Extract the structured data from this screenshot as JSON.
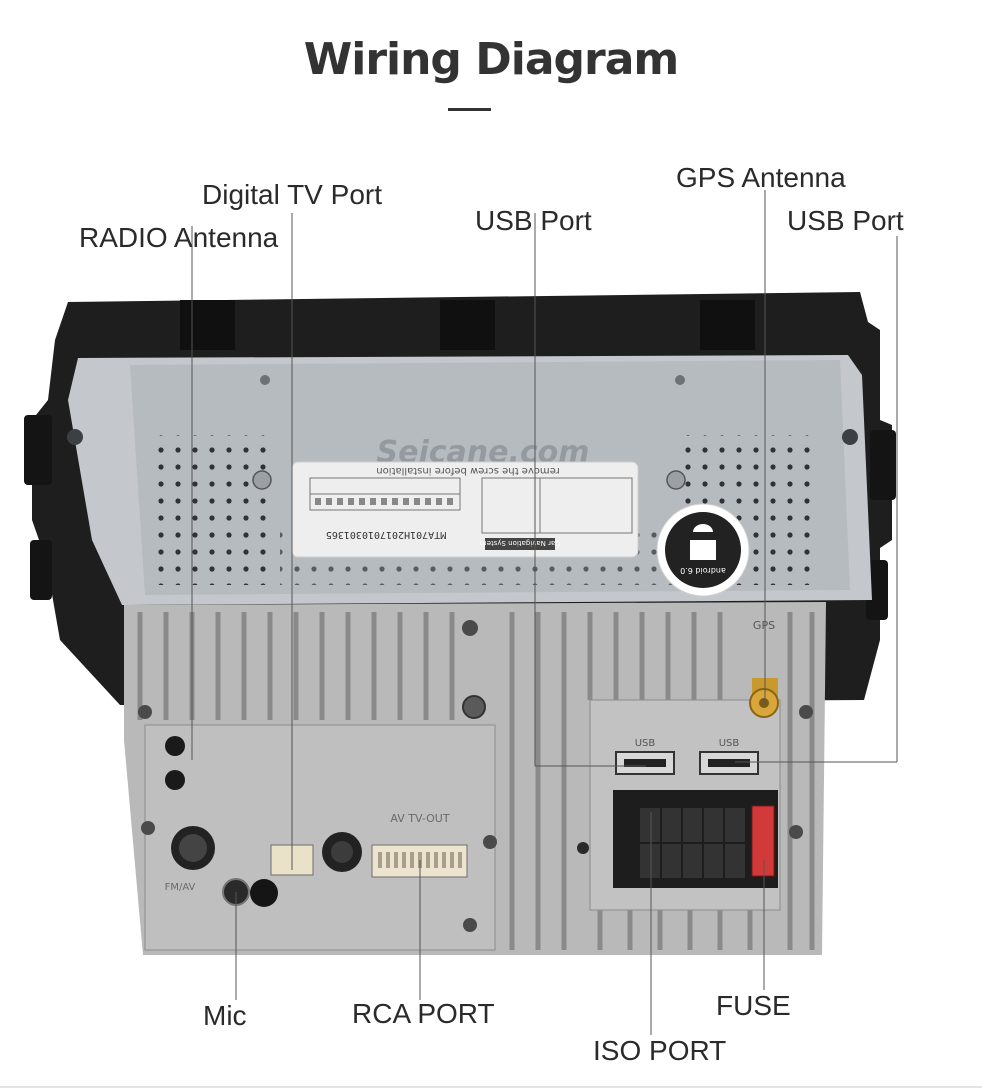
{
  "title": "Wiring Diagram",
  "unit_text": {
    "brand": "Seicane.com",
    "sticker_subtitle": "remove the screw before installation",
    "serial": "MTA701H2017010301365",
    "sticker_title": "Car Navigation System",
    "badge": "android 6.0",
    "gps_mark": "GPS",
    "usb_mark_left": "USB",
    "usb_mark_right": "USB",
    "av_mark": "AV TV-OUT",
    "fm_mark": "FM/AV"
  },
  "labels": {
    "radio_antenna": "RADIO Antenna",
    "digital_tv_port": "Digital TV Port",
    "usb_port_center": "USB Port",
    "gps_antenna": "GPS Antenna",
    "usb_port_right": "USB  Port",
    "mic": "Mic",
    "rca_port": "RCA PORT",
    "iso_port": "ISO PORT",
    "fuse": "FUSE"
  },
  "colors": {
    "title": "#333333",
    "label_text": "#2a2a2a",
    "leader_line": "#555555",
    "chassis": "#c4c8cc",
    "heatsink": "#b9b9b9",
    "bezel": "#1e1e1e",
    "gps_connector": "#c89a2e",
    "fuse": "#d23a3a"
  }
}
